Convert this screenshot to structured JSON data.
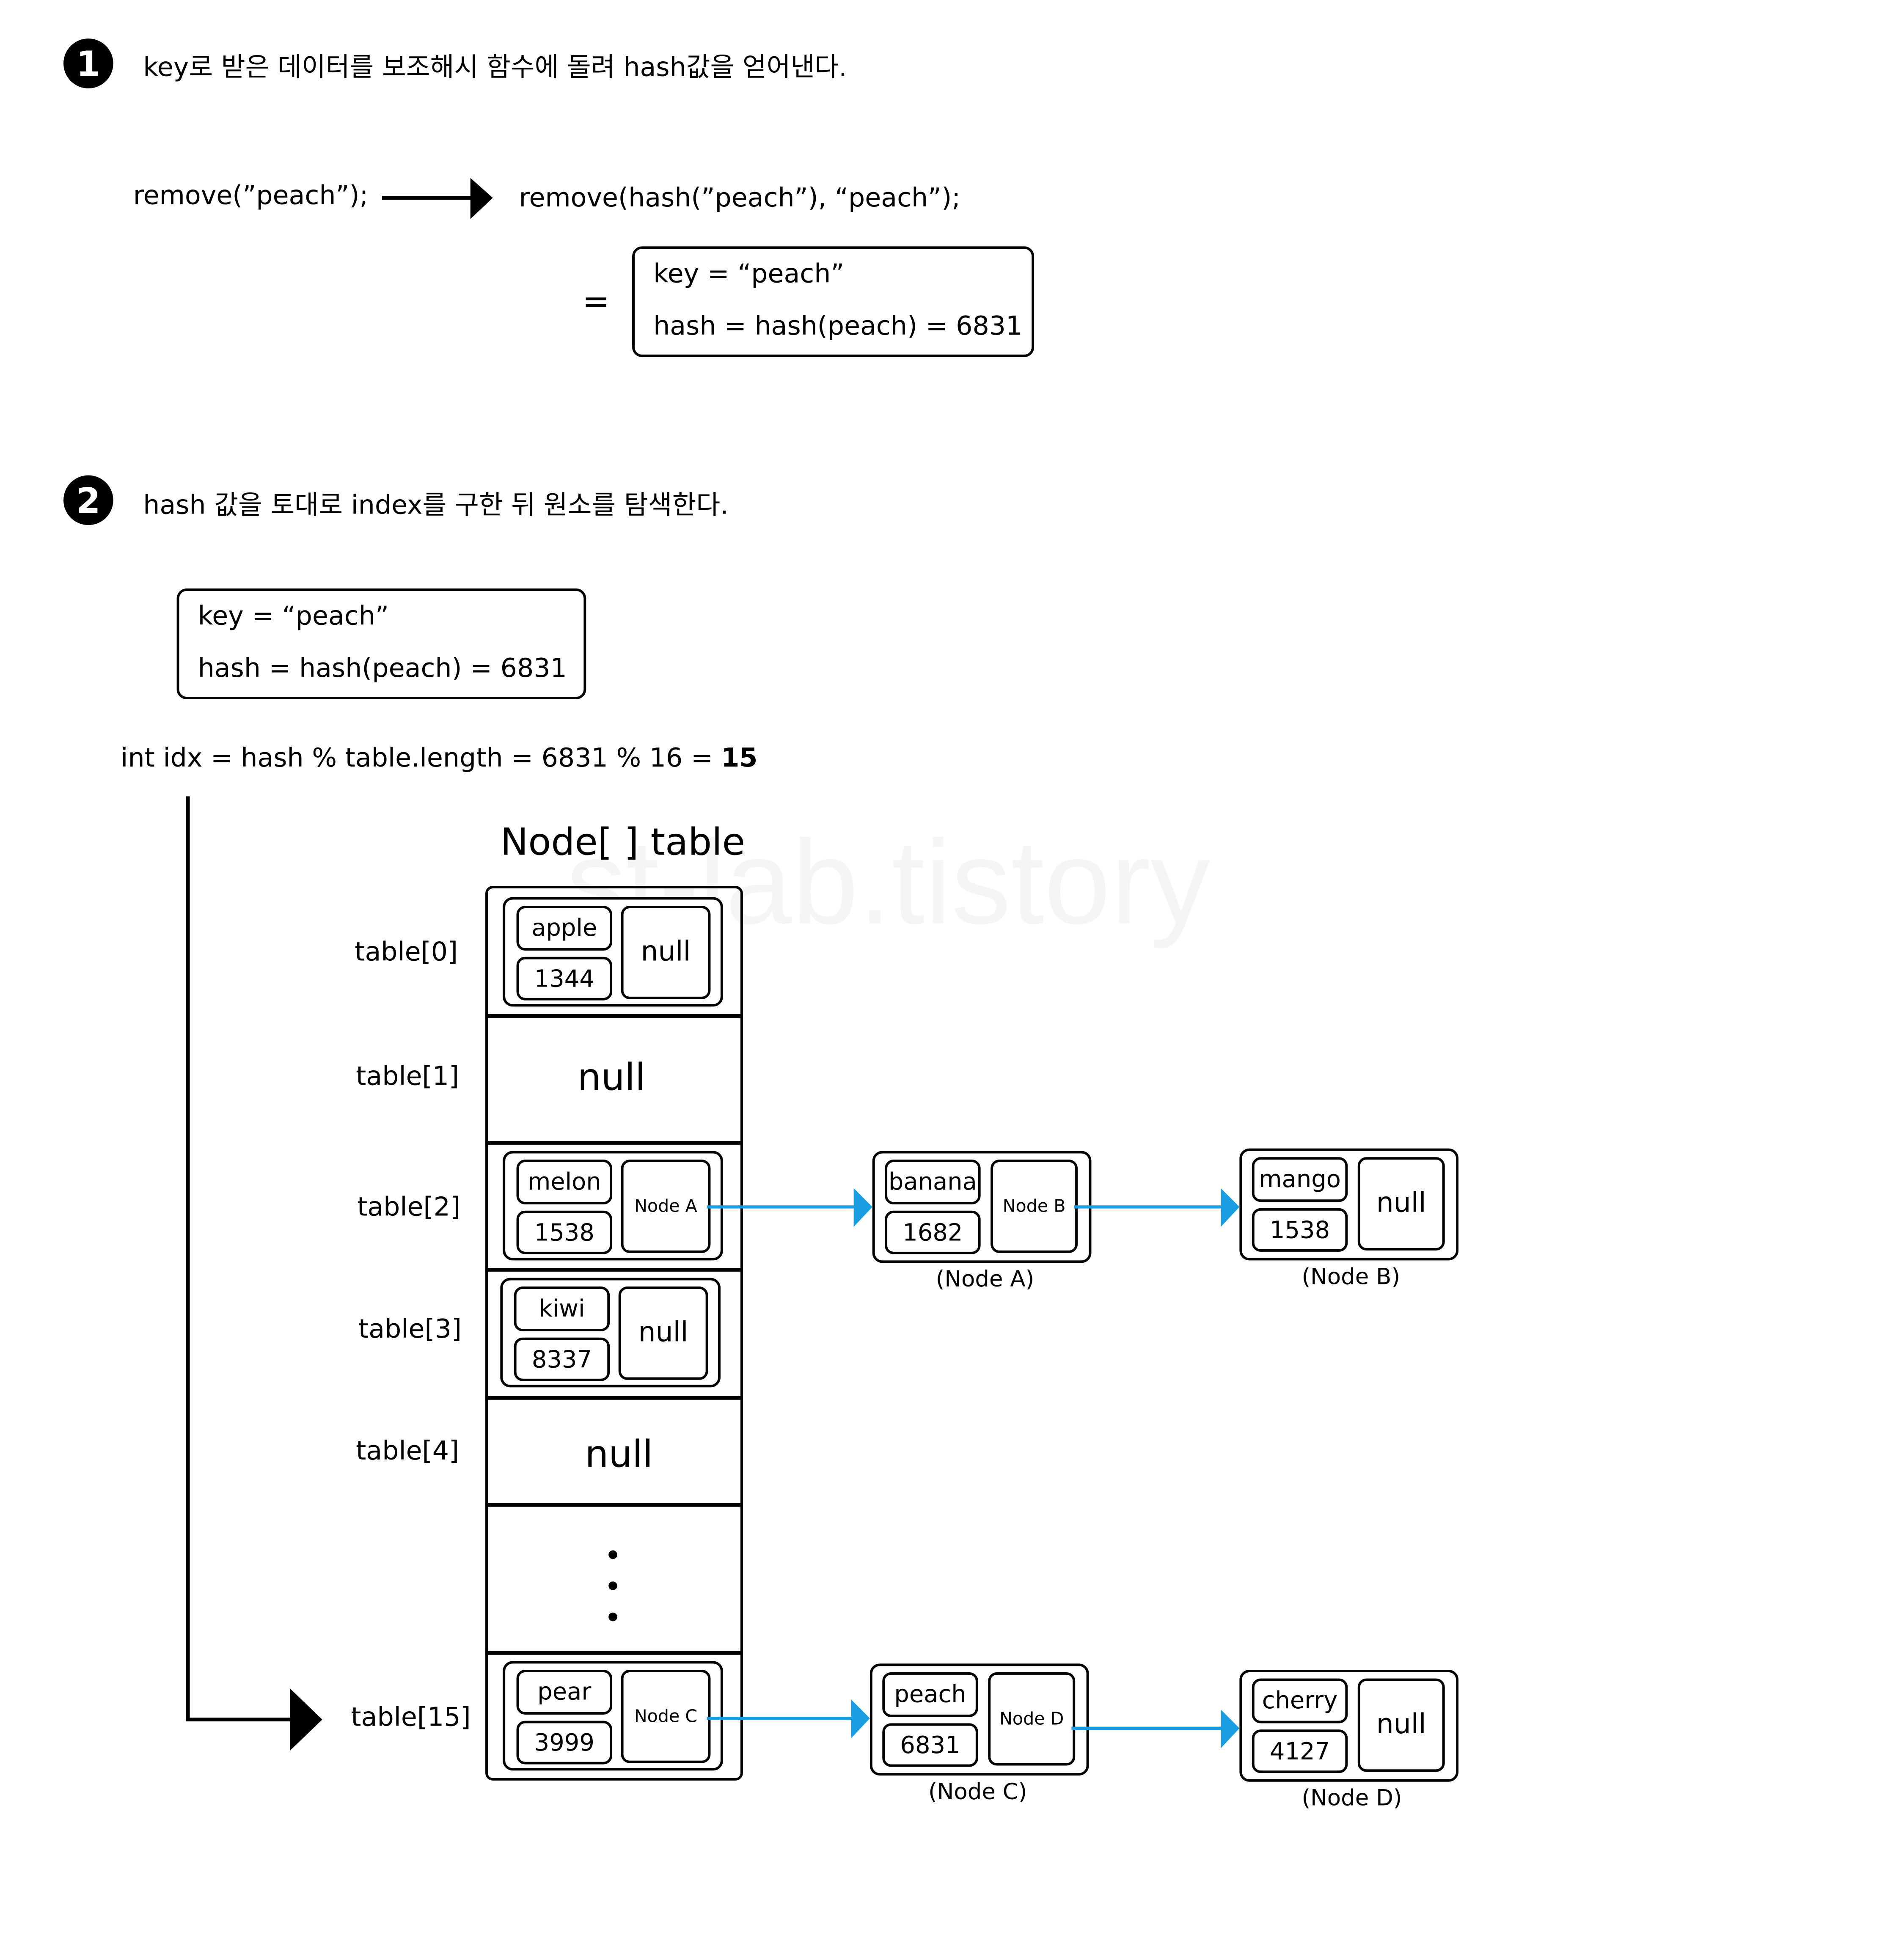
{
  "step1": {
    "num": "1",
    "text": "key로 받은 데이터를 보조해시 함수에 돌려 hash값을 얻어낸다.",
    "call_before": "remove(”peach”);",
    "call_after": "remove(hash(”peach”), “peach”);",
    "equals": "=",
    "box_key": "key = “peach”",
    "box_hash": "hash = hash(peach) = 6831"
  },
  "step2": {
    "num": "2",
    "text": "hash 값을 토대로 index를 구한 뒤 원소를 탐색한다.",
    "box_key": "key = “peach”",
    "box_hash": "hash = hash(peach) = 6831",
    "idx_text": "int idx = hash % table.length = 6831 % 16 = ",
    "idx_value": "15"
  },
  "watermark": "st-lab.tistory",
  "table": {
    "title": "Node[ ] table",
    "labels": [
      "table[0]",
      "table[1]",
      "table[2]",
      "table[3]",
      "table[4]",
      "table[15]"
    ],
    "null_text": "null",
    "slots": [
      {
        "key": "apple",
        "hash": "1344",
        "next": "null"
      },
      {
        "key": "melon",
        "hash": "1538",
        "next": "Node A"
      },
      {
        "key": "kiwi",
        "hash": "8337",
        "next": "null"
      },
      {
        "key": "pear",
        "hash": "3999",
        "next": "Node C"
      }
    ]
  },
  "chain_nodes": [
    {
      "key": "banana",
      "hash": "1682",
      "next": "Node B",
      "caption": "(Node A)"
    },
    {
      "key": "mango",
      "hash": "1538",
      "next": "null",
      "caption": "(Node B)"
    },
    {
      "key": "peach",
      "hash": "6831",
      "next": "Node D",
      "caption": "(Node C)"
    },
    {
      "key": "cherry",
      "hash": "4127",
      "next": "null",
      "caption": "(Node D)"
    }
  ],
  "colors": {
    "arrow": "#1a9de0",
    "line": "#000000"
  }
}
